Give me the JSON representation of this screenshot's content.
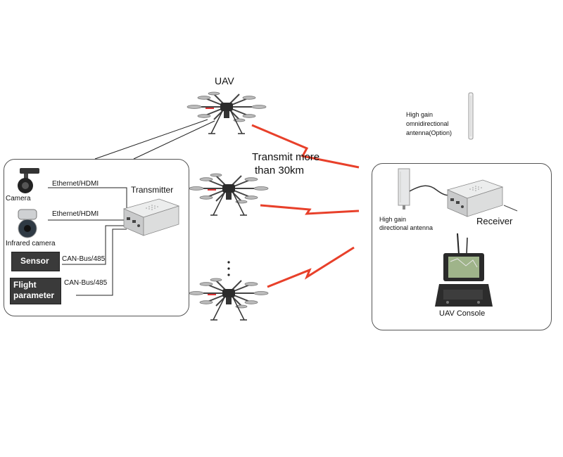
{
  "uav_title": "UAV",
  "transmit_text": {
    "line1": "Transmit more",
    "line2": "than 30km"
  },
  "left_panel": {
    "camera_label": "Camera",
    "infrared_label": "Infrared camera",
    "sensor_tag": "Sensor",
    "flight_tag_line1": "Flight",
    "flight_tag_line2": "parameter",
    "link1_label": "Ethernet/HDMI",
    "link2_label": "Ethernet/HDMI",
    "link3_label": "CAN-Bus/485",
    "link4_label": "CAN-Bus/485",
    "transmitter_label": "Transmitter"
  },
  "right_panel": {
    "directional_antenna_line1": "High gain",
    "directional_antenna_line2": "directional antenna",
    "receiver_label": "Receiver",
    "console_label": "UAV Console"
  },
  "omni_antenna": {
    "line1": "High gain",
    "line2": "omnidirectional",
    "line3": "antenna(Option)"
  },
  "colors": {
    "signal": "#e8402a",
    "border": "#555555",
    "device": "#d9dadb",
    "tag_bg": "#3a3a3a"
  }
}
